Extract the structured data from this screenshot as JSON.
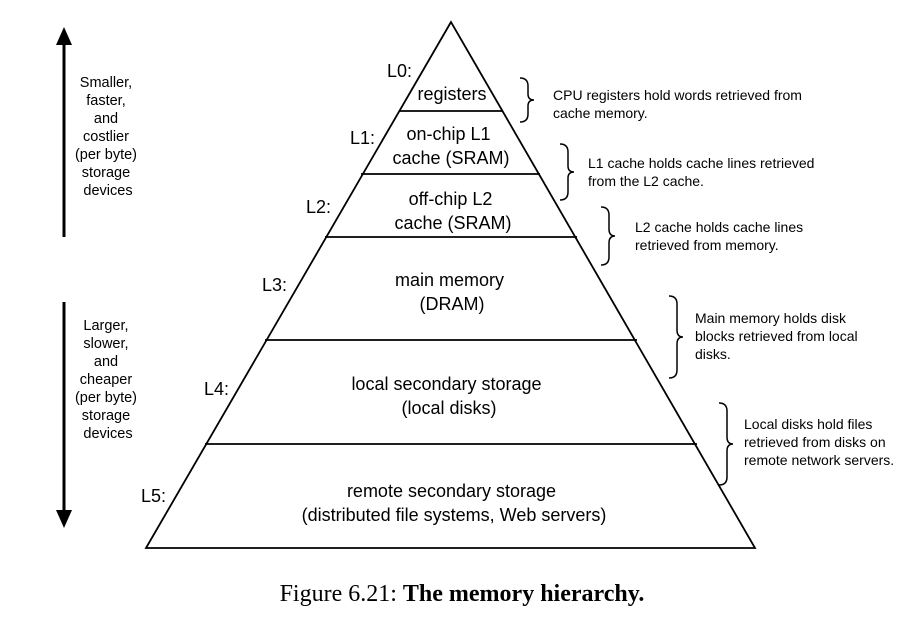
{
  "left_annotations": {
    "top": [
      "Smaller,",
      "faster,",
      "and",
      "costlier",
      "(per byte)",
      "storage",
      "devices"
    ],
    "bottom": [
      "Larger,",
      "slower,",
      "and",
      "cheaper",
      "(per byte)",
      "storage",
      "devices"
    ]
  },
  "levels": [
    {
      "id": "L0:",
      "lines": [
        "registers"
      ],
      "note": [
        "CPU registers hold words retrieved from",
        "cache memory."
      ]
    },
    {
      "id": "L1:",
      "lines": [
        "on-chip L1",
        "cache (SRAM)"
      ],
      "note": [
        "L1 cache holds cache lines retrieved",
        "from the L2 cache."
      ]
    },
    {
      "id": "L2:",
      "lines": [
        "off-chip L2",
        "cache (SRAM)"
      ],
      "note": [
        "L2 cache holds cache lines",
        "retrieved from memory."
      ]
    },
    {
      "id": "L3:",
      "lines": [
        "main memory",
        "(DRAM)"
      ],
      "note": [
        "Main memory holds disk",
        "blocks retrieved from local",
        "disks."
      ]
    },
    {
      "id": "L4:",
      "lines": [
        "local secondary storage",
        "(local disks)"
      ],
      "note": [
        "Local disks hold files",
        "retrieved from disks on",
        "remote network servers."
      ]
    },
    {
      "id": "L5:",
      "lines": [
        "remote secondary storage",
        "(distributed file systems, Web servers)"
      ],
      "note": []
    }
  ],
  "caption": {
    "label": "Figure 6.21:",
    "title": "The memory hierarchy."
  }
}
